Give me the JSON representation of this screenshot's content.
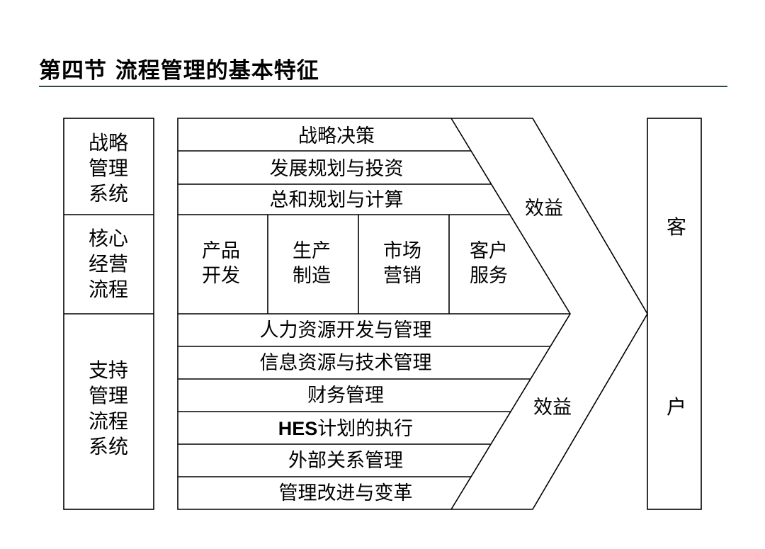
{
  "title": "第四节  流程管理的基本特征",
  "left_labels": {
    "strategy": [
      "战略",
      "管理",
      "系统"
    ],
    "core": [
      "核心",
      "经营",
      "流程"
    ],
    "support": [
      "支持",
      "管理",
      "流程",
      "系统"
    ]
  },
  "strategy_rows": [
    "战略决策",
    "发展规划与投资",
    "总和规划与计算"
  ],
  "core_cells": [
    [
      "产品",
      "开发"
    ],
    [
      "生产",
      "制造"
    ],
    [
      "市场",
      "营销"
    ],
    [
      "客户",
      "服务"
    ]
  ],
  "support_rows": [
    "人力资源开发与管理",
    "信息资源与技术管理",
    "财务管理",
    "HES计划的执行",
    "外部关系管理",
    "管理改进与变革"
  ],
  "hes": {
    "prefix": "HES",
    "rest": "计划的执行"
  },
  "benefit_top": "效益",
  "benefit_bottom": "效益",
  "customer": [
    "客",
    "户"
  ]
}
